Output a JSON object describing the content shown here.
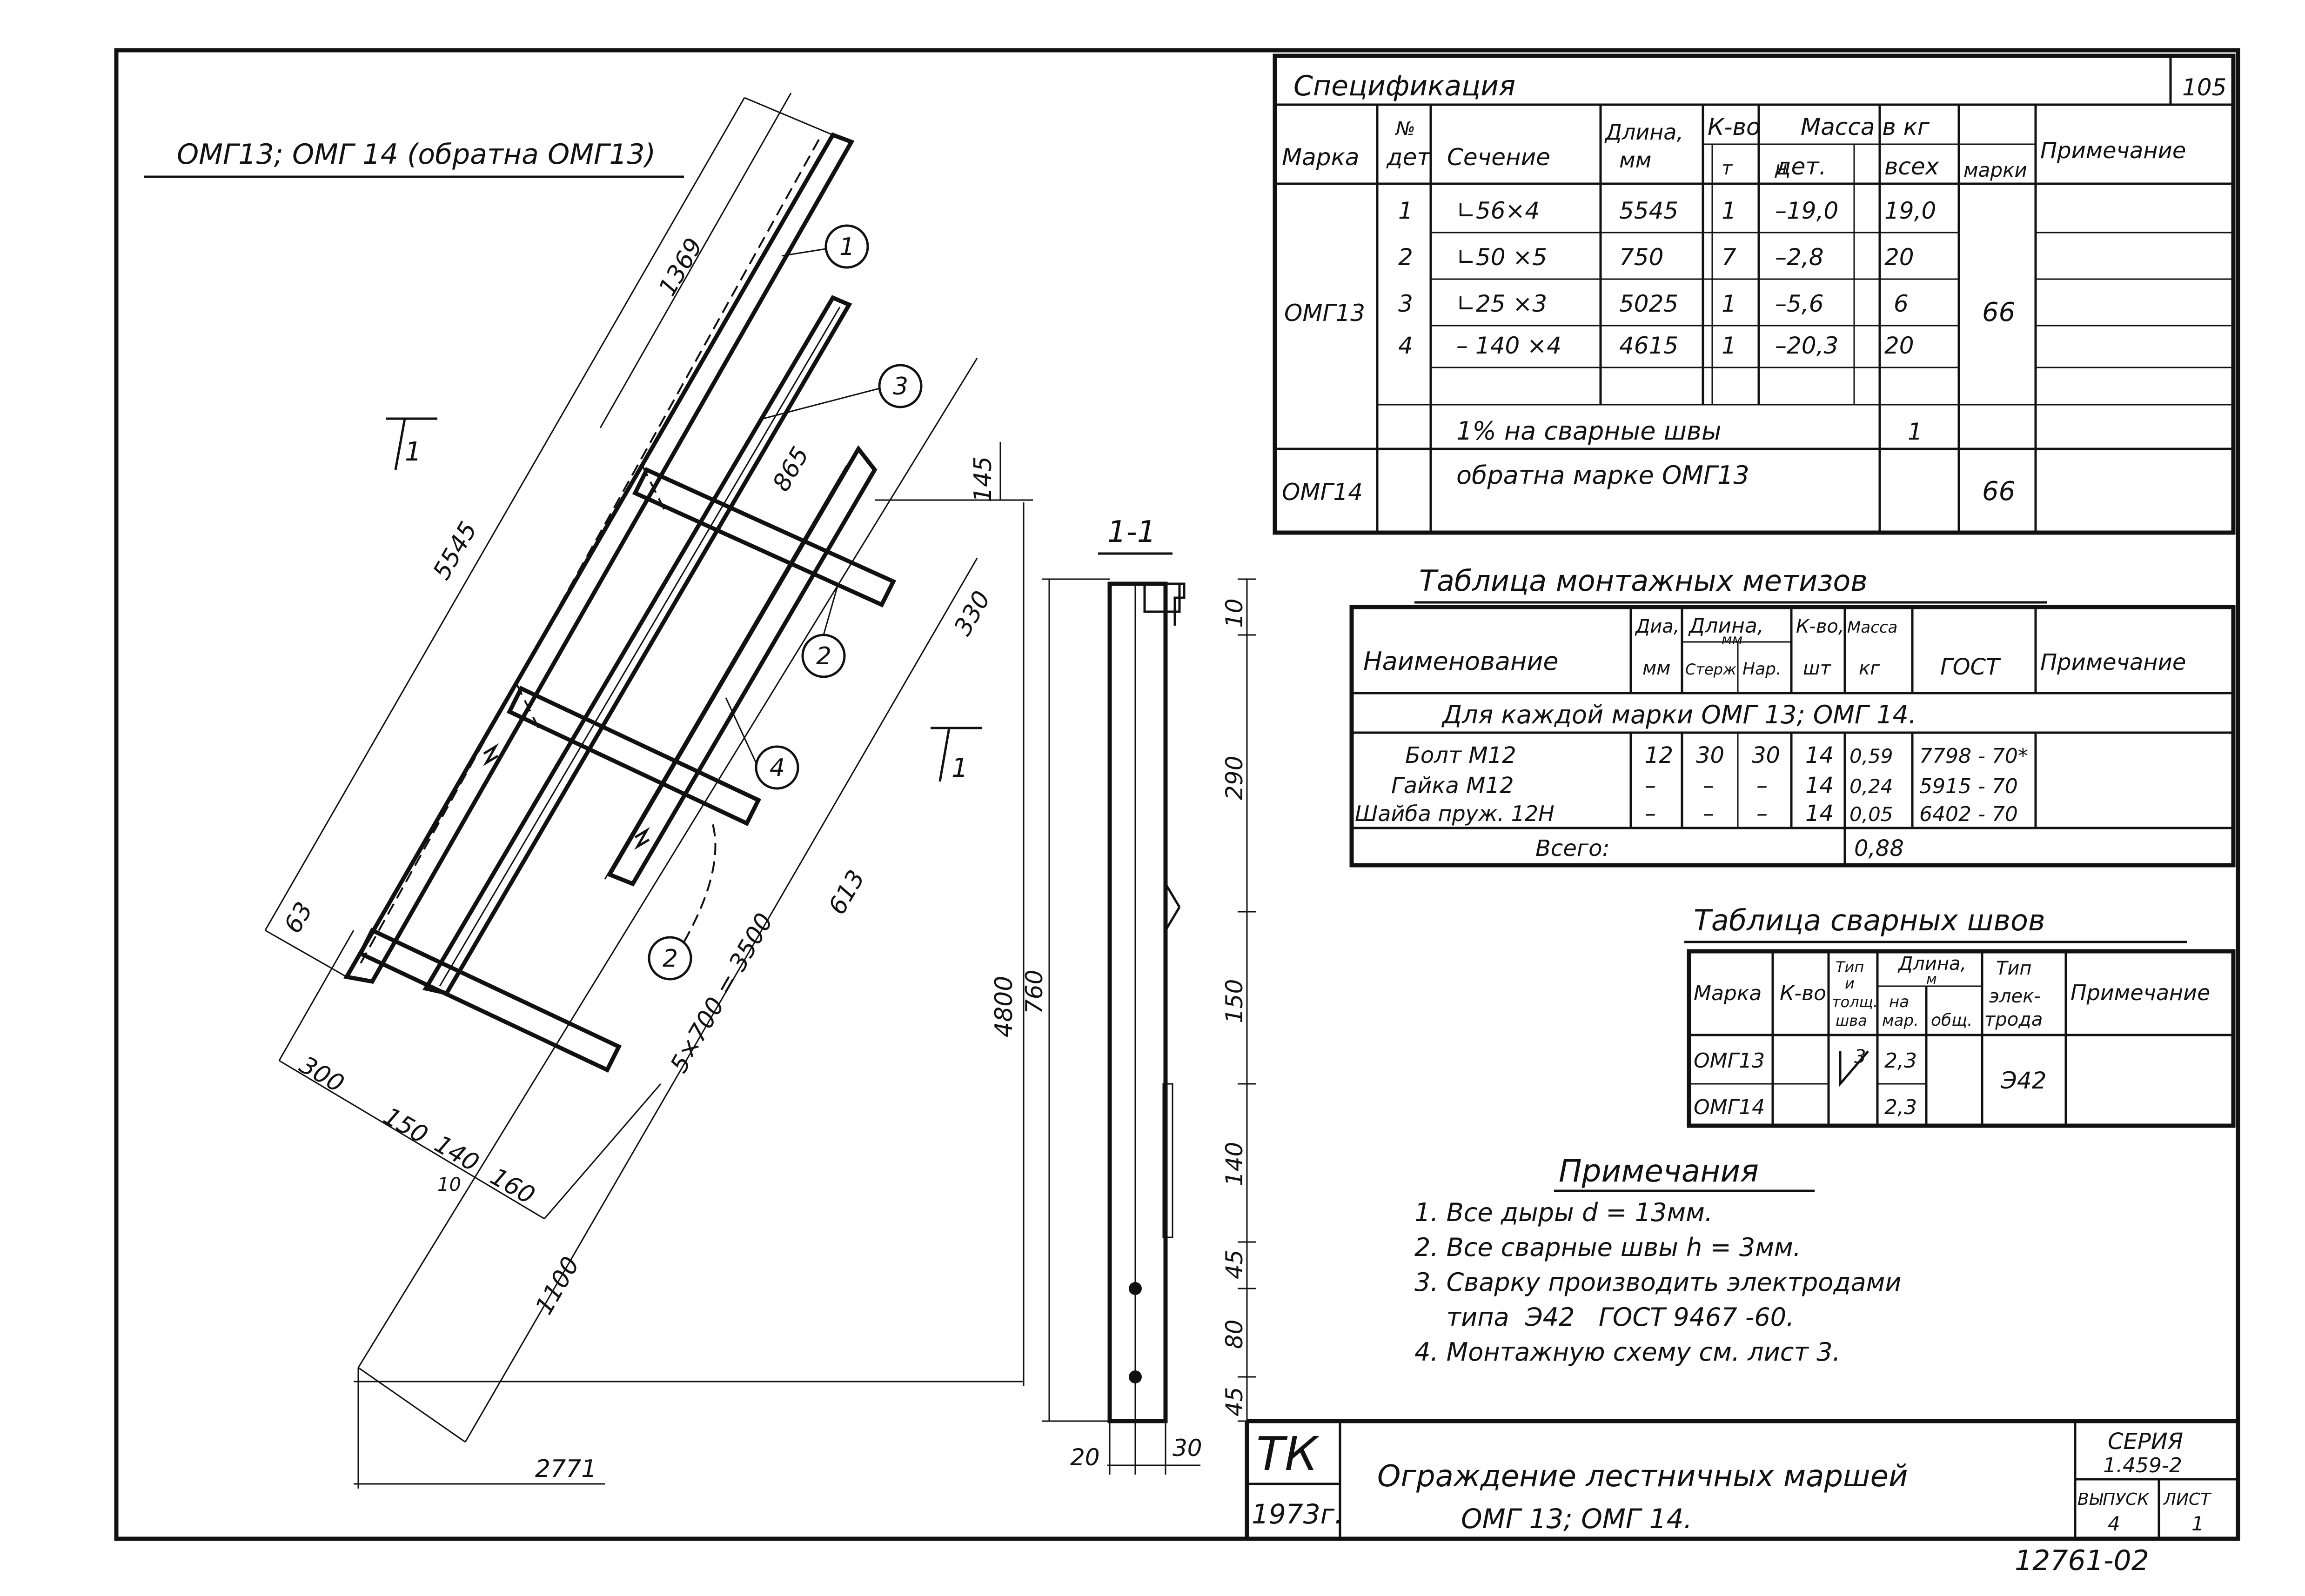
{
  "drawing": {
    "title": "ОМГ13; ОМГ 14 (обратна ОМГ13)",
    "sheet_number": "105",
    "archive_number": "12761-02",
    "section_mark": "1-1",
    "section_arrow_label": "1",
    "callouts": [
      "1",
      "3",
      "2",
      "4",
      "2"
    ],
    "dimensions_main": {
      "d5545": "5545",
      "d1369": "1369",
      "d865": "865",
      "d145": "145",
      "d330": "330",
      "d613": "613",
      "d63": "63",
      "d300": "300",
      "d150": "150",
      "d140": "140",
      "d160": "160",
      "d10": "10",
      "d5x700": "5×700 = 3500",
      "d1100": "1100",
      "d2771": "2771",
      "d4800": "4800"
    },
    "dimensions_section": {
      "d10": "10",
      "d290": "290",
      "d150": "150",
      "d140": "140",
      "d45a": "45",
      "d80": "80",
      "d45b": "45",
      "d760": "760",
      "d20": "20",
      "d30": "30"
    }
  },
  "spec": {
    "title": "Спецификация",
    "headers": {
      "marka": "Марка",
      "no": "№",
      "det": "дет",
      "section": "Сечение",
      "length1": "Длина,",
      "length2": "мм",
      "qty": "К-во",
      "t": "т",
      "n": "н",
      "mass": "Масса  в  кг",
      "mass_det": "дет.",
      "mass_all": "всех",
      "mass_mark": "марки",
      "note": "Примечание"
    },
    "mark1": "ОМГ13",
    "rows": [
      {
        "no": "1",
        "section": "∟56×4",
        "length": "5545",
        "t": "1",
        "n": "–",
        "m_det": "19,0",
        "m_all": "19,0"
      },
      {
        "no": "2",
        "section": "∟50 ×5",
        "length": "750",
        "t": "7",
        "n": "–",
        "m_det": "2,8",
        "m_all": "20"
      },
      {
        "no": "3",
        "section": "∟25 ×3",
        "length": "5025",
        "t": "1",
        "n": "–",
        "m_det": "5,6",
        "m_all": "6"
      },
      {
        "no": "4",
        "section": "– 140 ×4",
        "length": "4615",
        "t": "1",
        "n": "–",
        "m_det": "20,3",
        "m_all": "20"
      }
    ],
    "mass_mark1": "66",
    "weld_row_label": "1% на сварные швы",
    "weld_row_value": "1",
    "mark2": "ОМГ14",
    "mark2_note": "обратна  марке  ОМГ13",
    "mass_mark2": "66"
  },
  "hardware": {
    "title": "Таблица  монтажных  метизов",
    "headers": {
      "name": "Наименование",
      "dia1": "Диа,",
      "dia2": "мм",
      "len1": "Длина,",
      "len2": "мм",
      "len_rod": "Стерж",
      "len_thr": "Нар.",
      "qty1": "К-во,",
      "qty2": "шт",
      "mass1": "Масса",
      "mass2": "кг",
      "gost": "ГОСТ",
      "note": "Примечание"
    },
    "group": "Для  каждой  марки  ОМГ 13; ОМГ 14.",
    "rows": [
      {
        "name": "Болт  М12",
        "dia": "12",
        "rod": "30",
        "thr": "30",
        "qty": "14",
        "mass": "0,59",
        "gost": "7798 - 70*"
      },
      {
        "name": "Гайка  М12",
        "dia": "–",
        "rod": "–",
        "thr": "–",
        "qty": "14",
        "mass": "0,24",
        "gost": "5915 - 70"
      },
      {
        "name": "Шайба  пруж.  12Н",
        "dia": "–",
        "rod": "–",
        "thr": "–",
        "qty": "14",
        "mass": "0,05",
        "gost": "6402 - 70"
      }
    ],
    "total_label": "Всего:",
    "total_value": "0,88"
  },
  "welds": {
    "title": "Таблица  сварных  швов",
    "headers": {
      "marka": "Марка",
      "qty": "К-во",
      "type1": "Тип",
      "type2": "и",
      "type3": "толщ.",
      "type4": "шва",
      "len1": "Длина,",
      "len2": "м",
      "len_mar1": "на",
      "len_mar2": "мар.",
      "len_tot": "общ.",
      "el1": "Тип",
      "el2": "элек-",
      "el3": "трода",
      "note": "Примечание"
    },
    "rows": [
      {
        "marka": "ОМГ13",
        "len": "2,3"
      },
      {
        "marka": "ОМГ14",
        "len": "2,3"
      }
    ],
    "weld_size": "3",
    "electrode": "Э42"
  },
  "notes": {
    "title": "Примечания",
    "items": [
      "1. Все  дыры   d = 13мм.",
      "2. Все  сварные  швы  h = 3мм.",
      "3. Сварку  производить  электродами",
      "    типа  Э42   ГОСТ 9467 -60.",
      "4. Монтажную  схему  см. лист 3."
    ]
  },
  "title_block": {
    "org": "ТК",
    "year": "1973г.",
    "name_line1": "Ограждение  лестничных  маршей",
    "name_line2": "ОМГ 13;  ОМГ 14.",
    "series_label": "СЕРИЯ",
    "series_value": "1.459-2",
    "issue_label": "ВЫПУСК",
    "issue_value": "4",
    "sheet_label": "ЛИСТ",
    "sheet_value": "1"
  }
}
